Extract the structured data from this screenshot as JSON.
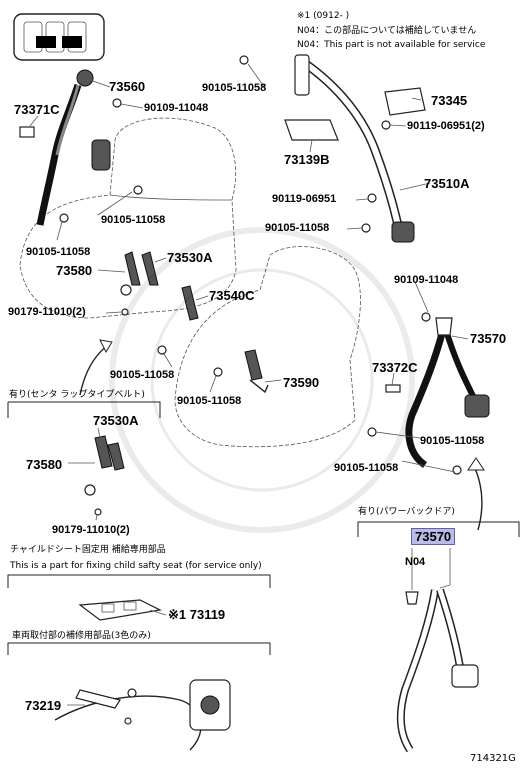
{
  "footnote": {
    "ref": "※1 (0912-    )",
    "line1": "N04：この部品については補給していません",
    "line2": "N04：This part is not available for service"
  },
  "labels": {
    "p73560": "73560",
    "p90109_11048_a": "90109-11048",
    "p73371C": "73371C",
    "p90105_11058_a": "90105-11058",
    "p73345": "73345",
    "p90119_06951_a": "90119-06951(2)",
    "p73139B": "73139B",
    "p73510A": "73510A",
    "p90119_06951_b": "90119-06951",
    "p90105_11058_b": "90105-11058",
    "p90105_11058_c": "90105-11058",
    "p90105_11058_d": "90105-11058",
    "p73530A_a": "73530A",
    "p73580_a": "73580",
    "p73540C": "73540C",
    "p90179_11010_a": "90179-11010(2)",
    "p90109_11048_b": "90109-11048",
    "p73570_a": "73570",
    "p73372C": "73372C",
    "p90105_11058_e": "90105-11058",
    "p73590": "73590",
    "p90105_11058_f": "90105-11058",
    "p90105_11058_g": "90105-11058",
    "p90105_11058_h": "90105-11058",
    "p73530A_b": "73530A",
    "p73580_b": "73580",
    "p90179_11010_b": "90179-11010(2)",
    "p73119": "※1 73119",
    "p73219": "73219",
    "p73570_b": "73570",
    "pN04": "N04"
  },
  "sections": {
    "center_lap": "有り(センタ  ラップタイプベルト)",
    "power_back_door": "有り(パワーバックドア)",
    "child_seat_jp": "チャイルドシート固定用  補給専用部品",
    "child_seat_en": "This is a part for fixing child safty seat (for service only)",
    "body_repair": "車両取付部の補修用部品(3色のみ)"
  },
  "diagram_id": "714321G",
  "colors": {
    "highlight_fill": "#b9bde6",
    "highlight_border": "#5b63b0"
  }
}
